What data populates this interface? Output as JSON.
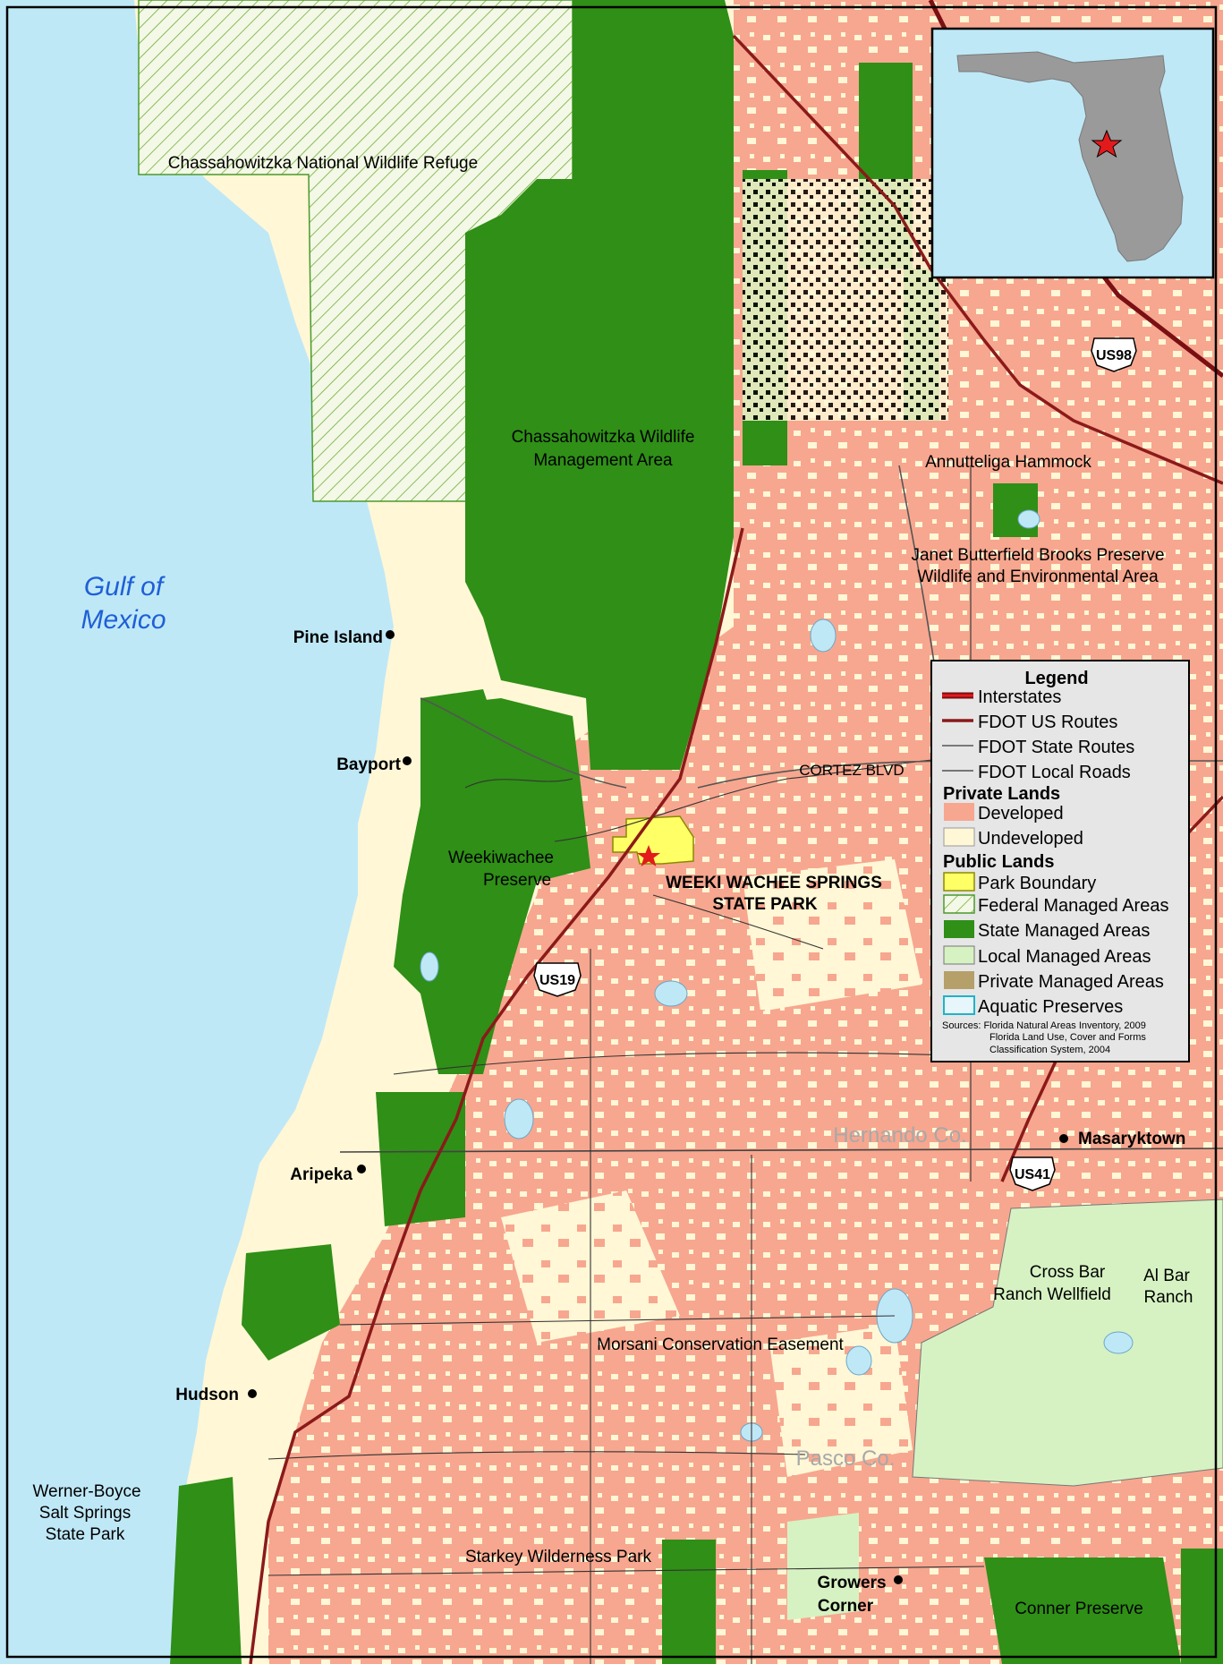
{
  "map": {
    "water_label": [
      "Gulf of",
      "Mexico"
    ],
    "areas": {
      "chassahowitzka_nwr": "Chassahowitzka National Wildlife Refuge",
      "chassahowitzka_wma": [
        "Chassahowitzka Wildlife",
        "Management Area"
      ],
      "annutteliga": "Annutteliga Hammock",
      "janet_butterfield": [
        "Janet Butterfield Brooks Preserve",
        "Wildlife and Environmental Area"
      ],
      "weekiwachee_preserve": [
        "Weekiwachee",
        "Preserve"
      ],
      "weeki_wachee_park": [
        "WEEKI WACHEE SPRINGS",
        "STATE PARK"
      ],
      "cross_bar": [
        "Cross Bar",
        "Ranch Wellfield"
      ],
      "al_bar": [
        "Al Bar",
        "Ranch"
      ],
      "morsani": "Morsani Conservation Easement",
      "werner_boyce": [
        "Werner-Boyce",
        "Salt Springs",
        "State Park"
      ],
      "starkey": "Starkey Wilderness Park",
      "conner": "Conner Preserve"
    },
    "places": {
      "pine_island": "Pine Island",
      "bayport": "Bayport",
      "aripeka": "Aripeka",
      "hudson": "Hudson",
      "masaryktown": "Masaryktown",
      "growers_corner": [
        "Growers",
        "Corner"
      ]
    },
    "counties": {
      "hernando": "Hernando Co.",
      "pasco": "Pasco Co."
    },
    "roads": {
      "cortez": "CORTEZ BLVD",
      "us98": "US98",
      "us19": "US19",
      "us41": "US41"
    },
    "colors": {
      "water": "#bfe8f7",
      "developed": "#f7a78f",
      "undeveloped": "#fff7d6",
      "state_managed": "#2f8f17",
      "local_managed": "#d6f2c2",
      "park": "#ffff66",
      "federal_hatch": "#6fae3c",
      "interstate": "#e31a1c",
      "us_route": "#8b1a1a"
    }
  },
  "legend": {
    "title": "Legend",
    "items": [
      {
        "label": "Interstates"
      },
      {
        "label": "FDOT US Routes"
      },
      {
        "label": "FDOT State Routes"
      },
      {
        "label": "FDOT Local Roads"
      }
    ],
    "private_header": "Private Lands",
    "private_items": [
      {
        "label": "Developed"
      },
      {
        "label": "Undeveloped"
      }
    ],
    "public_header": "Public Lands",
    "public_items": [
      {
        "label": "Park Boundary"
      },
      {
        "label": "Federal Managed Areas"
      },
      {
        "label": "State Managed Areas"
      },
      {
        "label": "Local Managed Areas"
      },
      {
        "label": "Private Managed Areas"
      },
      {
        "label": "Aquatic Preserves"
      }
    ],
    "sources": [
      "Sources: Florida Natural Areas Inventory, 2009",
      "Florida Land Use, Cover and Forms",
      "Classification System, 2004"
    ]
  }
}
